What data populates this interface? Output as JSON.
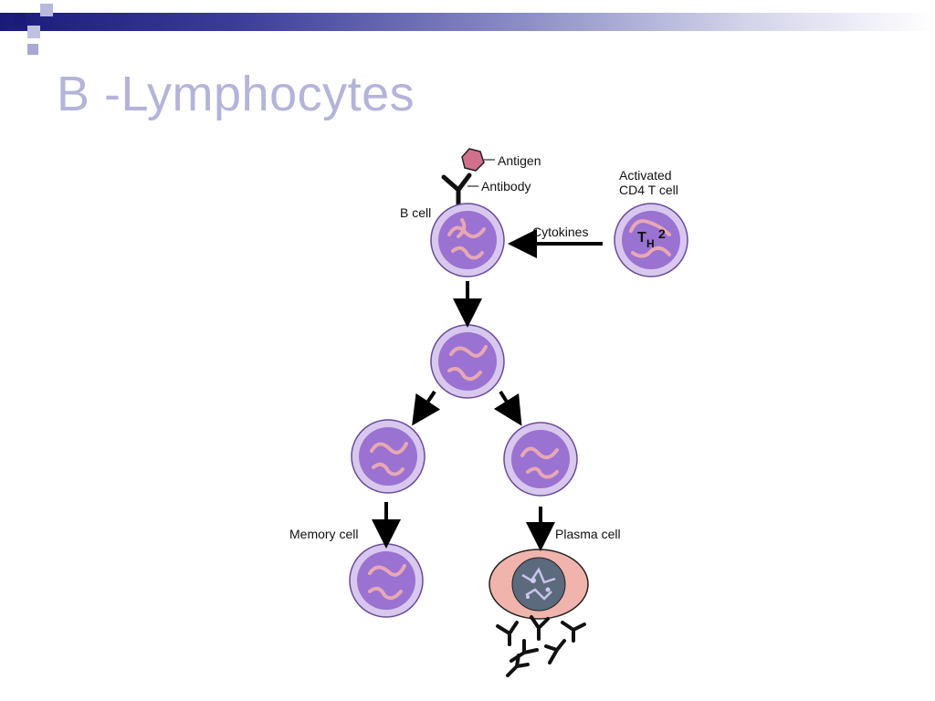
{
  "slide": {
    "title": "B -Lymphocytes"
  },
  "diagram": {
    "labels": {
      "antigen": "Antigen",
      "antibody": "Antibody",
      "b_cell": "B cell",
      "cytokines": "Cytokines",
      "activated_line1": "Activated",
      "activated_line2": "CD4 T cell",
      "th_main": "T",
      "th_sub": "H",
      "th_num": "2",
      "memory_cell": "Memory cell",
      "plasma_cell": "Plasma cell"
    },
    "colors": {
      "cell_membrane": "#d8c8ee",
      "cell_nucleus": "#9a72d2",
      "chromatin": "#e7a8b4",
      "plasma_cytoplasm": "#f0b4ac",
      "plasma_nucleus": "#5b6a7c",
      "antigen": "#d0708c",
      "title": "#b4b4da",
      "banner_dark": "#1a1a7a"
    }
  }
}
